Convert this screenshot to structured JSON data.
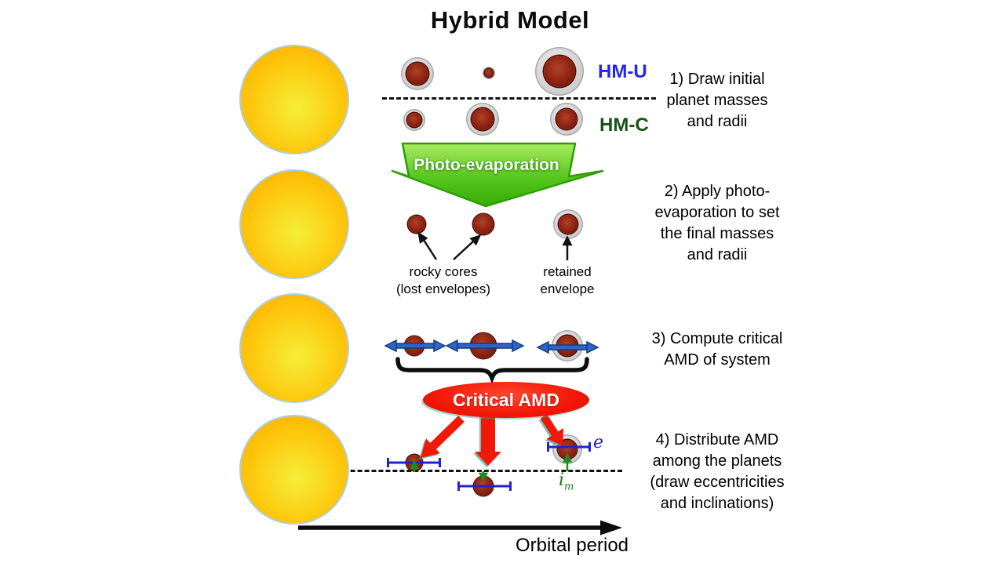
{
  "title": "Hybrid Model",
  "labels": {
    "hm_u": "HM-U",
    "hm_c": "HM-C",
    "photo_evaporation": "Photo-evaporation",
    "rocky_cores": [
      "rocky cores",
      "(lost envelopes)"
    ],
    "retained_envelope": [
      "retained",
      "envelope"
    ],
    "critical_amd": "Critical AMD",
    "eccentricity": "e",
    "inclination_base": "i",
    "inclination_sub": "m",
    "orbital_period": "Orbital period"
  },
  "steps": [
    {
      "lines": [
        "1) Draw initial",
        "planet masses",
        "and radii"
      ]
    },
    {
      "lines": [
        "2) Apply photo-",
        "evaporation to set",
        "the final masses",
        "and radii"
      ]
    },
    {
      "lines": [
        "3) Compute critical",
        "AMD of system"
      ]
    },
    {
      "lines": [
        "4) Distribute AMD",
        "among the planets",
        "(draw eccentricities",
        "and inclinations)"
      ]
    }
  ],
  "colors": {
    "hm_u_blue": "#2424f2",
    "hm_c_green": "#16531a",
    "sun_center": "#f4ee39",
    "sun_edge": "#ffa800",
    "planet_core": "#8c2212",
    "planet_envelope": "#d4d4d4",
    "photo_arrow_green": "#55c61d",
    "critical_amd_red": "#f31707",
    "excursion_arrow_blue": "#2e64c8",
    "error_bar_blue": "#2222cc",
    "inclination_green": "#1e8c1e"
  }
}
